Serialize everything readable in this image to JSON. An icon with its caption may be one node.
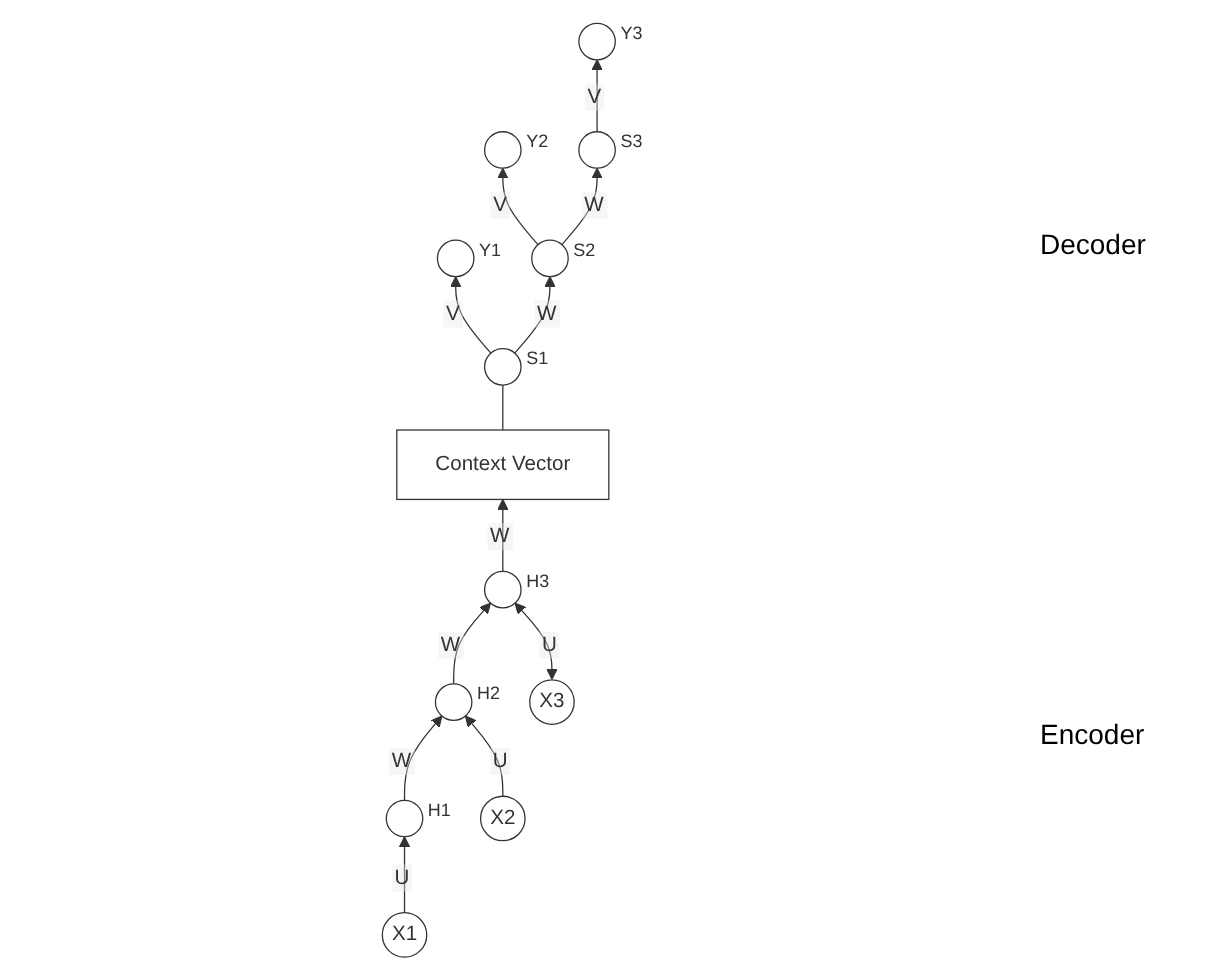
{
  "diagram": {
    "nodes": [
      {
        "text": [],
        "shape": "circle",
        "beside": [
          "Y1"
        ]
      },
      {
        "text": [],
        "shape": "circle",
        "beside": [
          "Y2"
        ]
      },
      {
        "text": [],
        "shape": "circle",
        "beside": [
          "Y3"
        ]
      },
      {
        "text": [],
        "shape": "circle",
        "beside": [
          "S1"
        ]
      },
      {
        "text": [],
        "shape": "circle",
        "beside": [
          "S2"
        ]
      },
      {
        "text": [],
        "shape": "circle",
        "beside": [
          "S3"
        ]
      },
      {
        "text": [
          "Context Vector"
        ]
      },
      {
        "text": [],
        "shape": "circle",
        "beside": [
          "H1"
        ]
      },
      {
        "text": [],
        "shape": "circle",
        "beside": [
          "H2"
        ]
      },
      {
        "text": [],
        "shape": "circle",
        "beside": [
          "H3"
        ]
      },
      {
        "text": [
          "X1"
        ]
      },
      {
        "text": [
          "X2"
        ]
      },
      {
        "text": [
          "X3"
        ]
      }
    ],
    "edges": [
      {
        "from": 3,
        "to": 0,
        "arrow": "to",
        "label": "V"
      },
      {
        "from": 4,
        "to": 1,
        "arrow": "to",
        "label": "V"
      },
      {
        "from": 5,
        "to": 2,
        "arrow": "to",
        "label": "V"
      },
      {
        "from": 3,
        "to": 4,
        "arrow": "to",
        "label": "W"
      },
      {
        "from": 4,
        "to": 5,
        "arrow": "to",
        "label": "W"
      },
      {
        "from": 6,
        "to": 3,
        "arrow": "none"
      },
      {
        "from": 7,
        "to": 8,
        "arrow": "to",
        "label": "W"
      },
      {
        "from": 8,
        "to": 9,
        "arrow": "to",
        "label": "W"
      },
      {
        "from": 9,
        "to": 6,
        "arrow": "to",
        "label": "W"
      },
      {
        "from": 10,
        "to": 7,
        "arrow": "to",
        "label": "U"
      },
      {
        "from": 11,
        "to": 8,
        "arrow": "to",
        "label": "U"
      },
      {
        "from": 12,
        "to": 9,
        "arrow": "both",
        "label": "U"
      }
    ],
    "labels": [
      "Decoder",
      "Encoder"
    ]
  }
}
